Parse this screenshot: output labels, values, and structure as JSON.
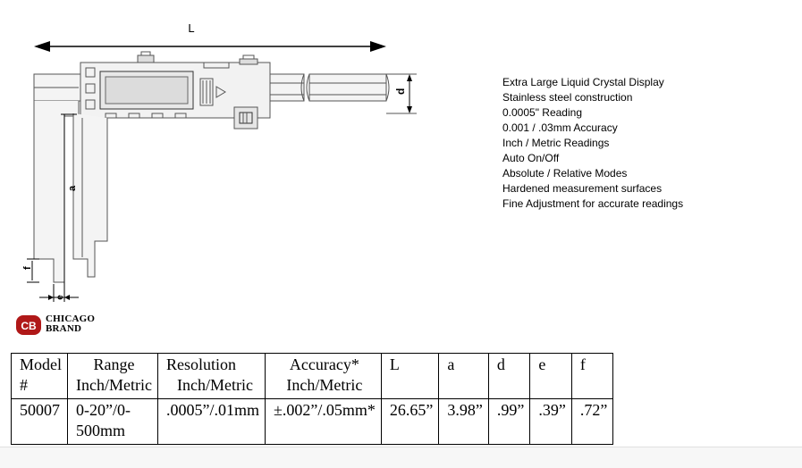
{
  "diagram": {
    "dim_L": "L",
    "dim_d": "d",
    "dim_a": "a",
    "dim_e": "e",
    "dim_f": "f"
  },
  "features": [
    "Extra Large Liquid Crystal Display",
    "Stainless steel construction",
    "0.0005\" Reading",
    "0.001 / .03mm Accuracy",
    "Inch / Metric Readings",
    "Auto On/Off",
    "Absolute / Relative Modes",
    "Hardened measurement surfaces",
    "Fine Adjustment for accurate readings"
  ],
  "logo": {
    "mark_text": "CB",
    "line1": "CHICAGO",
    "line2": "BRAND"
  },
  "table": {
    "headers": [
      [
        "Model",
        "#"
      ],
      [
        "Range",
        "Inch/Metric"
      ],
      [
        "Resolution",
        "Inch/Metric"
      ],
      [
        "Accuracy*",
        "Inch/Metric"
      ],
      [
        "L"
      ],
      [
        "a"
      ],
      [
        "d"
      ],
      [
        "e"
      ],
      [
        "f"
      ]
    ],
    "rows": [
      {
        "model": "50007",
        "range": [
          "0-20”/0-",
          "500mm"
        ],
        "resolution": ".0005”/.01mm",
        "accuracy": "±.002”/.05mm*",
        "L": "26.65”",
        "a": "3.98”",
        "d": ".99”",
        "e": ".39”",
        "f": ".72”"
      }
    ]
  }
}
